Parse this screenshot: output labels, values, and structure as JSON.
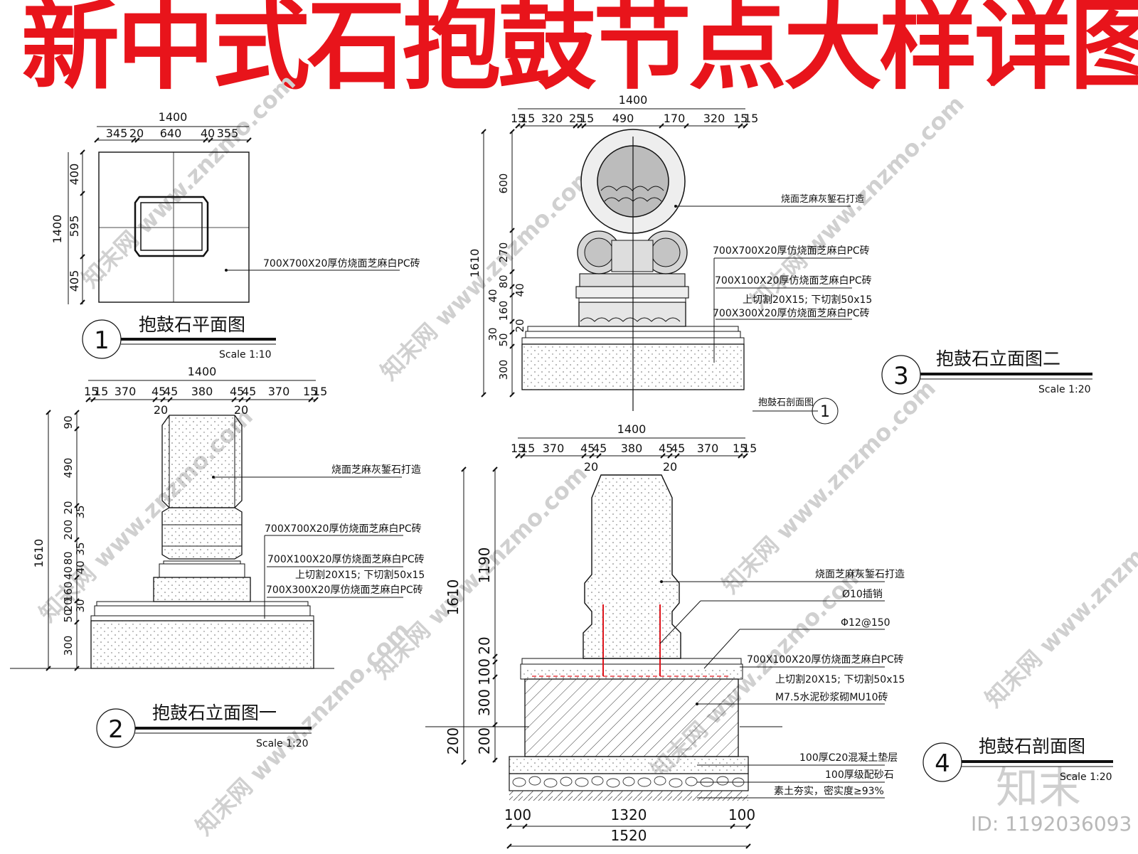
{
  "title": "新中式石抱鼓节点大样详图",
  "views": {
    "plan": {
      "caption": "抱鼓石平面图",
      "number": "1",
      "scale": "Scale 1:10",
      "dims_top": [
        "1400",
        "345",
        "20",
        "640",
        "40",
        "355"
      ],
      "dims_left": [
        "1400",
        "400",
        "595",
        "405"
      ],
      "callouts": [
        "700X700X20厚仿烧面芝麻白PC砖"
      ]
    },
    "elev1": {
      "caption": "抱鼓石立面图一",
      "number": "2",
      "scale": "Scale 1:20",
      "dims_top": [
        "1400",
        "15",
        "15",
        "370",
        "45",
        "45",
        "380",
        "45",
        "45",
        "370",
        "15",
        "15",
        "20",
        "20"
      ],
      "dims_left": [
        "1610",
        "90",
        "490",
        "20",
        "35",
        "200",
        "35",
        "80",
        "40",
        "40",
        "160",
        "20",
        "30",
        "50",
        "300"
      ],
      "callouts": [
        "烧面芝麻灰錾石打造",
        "700X700X20厚仿烧面芝麻白PC砖",
        "700X100X20厚仿烧面芝麻白PC砖",
        "上切割20X15; 下切割50x15",
        "700X300X20厚仿烧面芝麻白PC砖"
      ]
    },
    "elev2": {
      "caption": "抱鼓石立面图二",
      "number": "3",
      "scale": "Scale 1:20",
      "dims_top": [
        "1400",
        "15",
        "15",
        "320",
        "25",
        "15",
        "490",
        "170",
        "320",
        "15",
        "15"
      ],
      "dims_left": [
        "1610",
        "600",
        "270",
        "80",
        "40",
        "40",
        "160",
        "20",
        "30",
        "50",
        "300"
      ],
      "callouts": [
        "烧面芝麻灰錾石打造",
        "700X700X20厚仿烧面芝麻白PC砖",
        "700X100X20厚仿烧面芝麻白PC砖",
        "上切割20X15; 下切割50x15",
        "700X300X20厚仿烧面芝麻白PC砖"
      ],
      "section_ref": "抱鼓石剖面图",
      "section_mark": "1"
    },
    "section": {
      "caption": "抱鼓石剖面图",
      "number": "4",
      "scale": "Scale 1:20",
      "dims_top": [
        "1400",
        "15",
        "15",
        "370",
        "45",
        "45",
        "380",
        "45",
        "45",
        "370",
        "15",
        "15",
        "20",
        "20"
      ],
      "dims_left": [
        "1610",
        "1190",
        "20",
        "100",
        "300",
        "200",
        "200"
      ],
      "dims_bottom": [
        "100",
        "1320",
        "100",
        "1520"
      ],
      "callouts": [
        "烧面芝麻灰錾石打造",
        "Ø10插销",
        "Φ12@150",
        "700X100X20厚仿烧面芝麻白PC砖",
        "上切割20X15; 下切割50x15",
        "M7.5水泥砂浆砌MU10砖",
        "100厚C20混凝土垫层",
        "100厚级配砂石",
        "素土夯实，密实度≥93%"
      ]
    }
  },
  "watermark": {
    "text": "www.znzmo.com",
    "brand": "知末网",
    "logo": "知末",
    "id": "ID: 1192036093"
  },
  "colors": {
    "title": "#e8141b",
    "rebar": "#e0141b",
    "line": "#111111",
    "watermark": "#d0d0d0"
  }
}
